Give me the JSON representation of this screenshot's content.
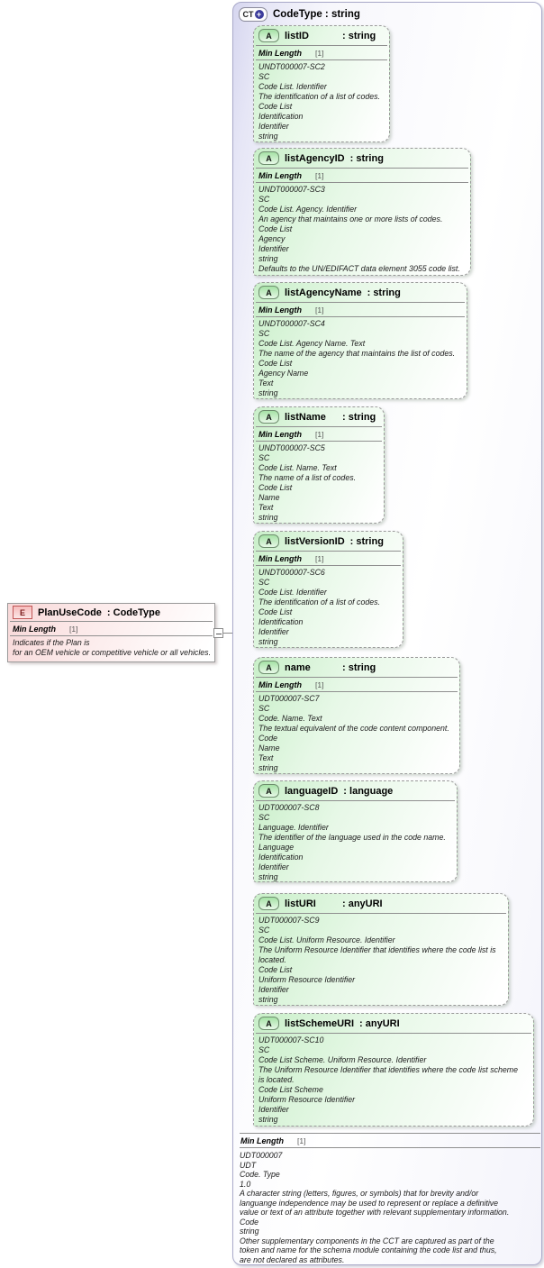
{
  "diagram": {
    "element": {
      "icon_label": "E",
      "name": "PlanUseCode",
      "type_label": ": CodeType",
      "facet_label": "Min Length",
      "facet_value": "[1]",
      "annotation_lines": [
        "Indicates if the Plan is",
        "for an OEM vehicle or competitive vehicle or all vehicles."
      ]
    },
    "complex_type": {
      "icon_label": "CT",
      "icon_plus": "+",
      "title": "CodeType : string",
      "attribute_icon_label": "A",
      "facet_label": "Min Length",
      "facet_value": "[1]",
      "annotation_lines": [
        "UDT000007",
        "UDT",
        "Code. Type",
        "1.0",
        "A character string (letters, figures, or symbols) that for brevity and/or",
        "languange independence may be used to represent or replace a definitive",
        "value or text of an attribute together with relevant supplementary information.",
        "Code",
        "string",
        "Other supplementary components in the CCT are captured as part of the",
        "token and name for the schema module containing the code list and thus,",
        "are not declared as attributes."
      ],
      "attributes": [
        {
          "name": "listID",
          "type_label": ": string",
          "facet_label": "Min Length",
          "facet_value": "[1]",
          "annotation_lines": [
            "UNDT000007-SC2",
            "SC",
            "Code List. Identifier",
            "The identification of a list of codes.",
            "Code List",
            "Identification",
            "Identifier",
            "string"
          ]
        },
        {
          "name": "listAgencyID",
          "type_label": ": string",
          "facet_label": "Min Length",
          "facet_value": "[1]",
          "annotation_lines": [
            "UNDT000007-SC3",
            "SC",
            "Code List. Agency. Identifier",
            "An agency that maintains one or more lists of codes.",
            "Code List",
            "Agency",
            "Identifier",
            "string",
            "Defaults to the UN/EDIFACT data element 3055 code list."
          ]
        },
        {
          "name": "listAgencyName",
          "type_label": ": string",
          "facet_label": "Min Length",
          "facet_value": "[1]",
          "annotation_lines": [
            "UNDT000007-SC4",
            "SC",
            "Code List. Agency Name. Text",
            "The name of the agency that maintains the list of codes.",
            "Code List",
            "Agency Name",
            "Text",
            "string"
          ]
        },
        {
          "name": "listName",
          "type_label": ": string",
          "facet_label": "Min Length",
          "facet_value": "[1]",
          "annotation_lines": [
            "UNDT000007-SC5",
            "SC",
            "Code List. Name. Text",
            "The name of a list of codes.",
            "Code List",
            "Name",
            "Text",
            "string"
          ]
        },
        {
          "name": "listVersionID",
          "type_label": ": string",
          "facet_label": "Min Length",
          "facet_value": "[1]",
          "annotation_lines": [
            "UNDT000007-SC6",
            "SC",
            "Code List. Identifier",
            "The identification of a list of codes.",
            "Code List",
            "Identification",
            "Identifier",
            "string"
          ]
        },
        {
          "name": "name",
          "type_label": ": string",
          "facet_label": "Min Length",
          "facet_value": "[1]",
          "annotation_lines": [
            "UDT000007-SC7",
            "SC",
            "Code. Name. Text",
            "The textual equivalent of the code content component.",
            "Code",
            "Name",
            "Text",
            "string"
          ]
        },
        {
          "name": "languageID",
          "type_label": ": language",
          "annotation_lines": [
            "UDT000007-SC8",
            "SC",
            "Language. Identifier",
            "The identifier of the language used in the code name.",
            "Language",
            "Identification",
            "Identifier",
            "string"
          ]
        },
        {
          "name": "listURI",
          "type_label": ": anyURI",
          "annotation_lines": [
            "UDT000007-SC9",
            "SC",
            "Code List. Uniform Resource. Identifier",
            "The Uniform Resource Identifier that identifies where the code list is",
            "located.",
            "Code List",
            "Uniform Resource Identifier",
            "Identifier",
            "string"
          ]
        },
        {
          "name": "listSchemeURI",
          "type_label": ": anyURI",
          "annotation_lines": [
            "UDT000007-SC10",
            "SC",
            "Code List Scheme. Uniform Resource. Identifier",
            "The Uniform Resource Identifier that identifies where the code list scheme",
            "is located.",
            "Code List Scheme",
            "Uniform Resource Identifier",
            "Identifier",
            "string"
          ]
        }
      ]
    }
  }
}
